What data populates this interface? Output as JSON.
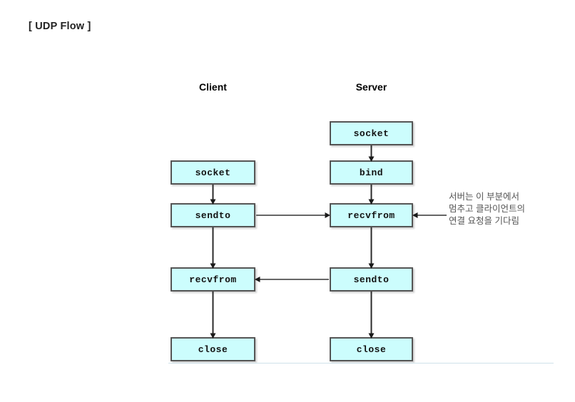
{
  "page": {
    "title": "[ UDP Flow ]",
    "background_color": "#ffffff"
  },
  "diagram": {
    "type": "flowchart",
    "box_fill_color": "#ccfdfd",
    "box_border_color": "#555555",
    "arrow_color": "#555555",
    "columns": [
      {
        "id": "client",
        "header": "Client",
        "steps": [
          {
            "label": "socket"
          },
          {
            "label": "sendto"
          },
          {
            "label": "recvfrom"
          },
          {
            "label": "close"
          }
        ]
      },
      {
        "id": "server",
        "header": "Server",
        "steps": [
          {
            "label": "socket"
          },
          {
            "label": "bind"
          },
          {
            "label": "recvfrom"
          },
          {
            "label": "sendto"
          },
          {
            "label": "close"
          }
        ]
      }
    ],
    "cross_arrows": [
      {
        "from": "client.sendto",
        "to": "server.recvfrom",
        "direction": "right"
      },
      {
        "from": "server.sendto",
        "to": "client.recvfrom",
        "direction": "left"
      }
    ],
    "annotation": {
      "target": "server.recvfrom",
      "text": "서버는 이 부분에서\n멈추고 클라이언트의\n연결 요청을 기다림",
      "color": "#555555"
    }
  }
}
